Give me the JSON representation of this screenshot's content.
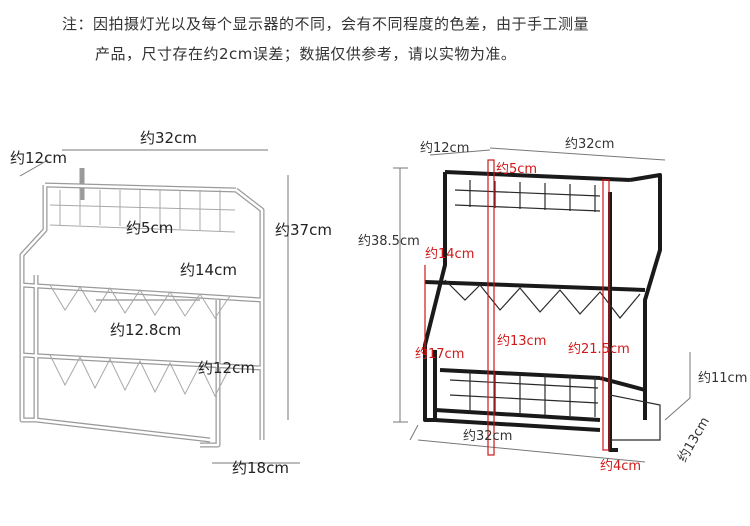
{
  "note": {
    "line1": "注：因拍摄灯光以及每个显示器的不同，会有不同程度的色差，由于手工测量",
    "line2": "产品，尺寸存在约2cm误差；数据仅供参考，请以实物为准。"
  },
  "white_rack": {
    "top_width": "约32cm",
    "depth": "约12cm",
    "height": "约37cm",
    "inner_height": "约5cm",
    "tier_gap_upper": "约14cm",
    "tier_width": "约12.8cm",
    "tier_gap_lower": "约12cm",
    "bottom_depth": "约18cm"
  },
  "black_rack": {
    "top_depth": "约12cm",
    "top_width": "约32cm",
    "inner_height": "约5cm",
    "height": "约38.5cm",
    "gap_upper": "约14cm",
    "gap_lower_left": "约17cm",
    "gap_lower_mid": "约13cm",
    "gap_lower_right": "约21.5cm",
    "side_height": "约11cm",
    "bottom_width": "约32cm",
    "foot_width": "约4cm",
    "bottom_depth": "约13cm"
  },
  "colors": {
    "red": "#d01818",
    "dim_line": "#777777",
    "rack_black": "#1a1a1a",
    "rack_white_edge": "#9a9a9a"
  }
}
